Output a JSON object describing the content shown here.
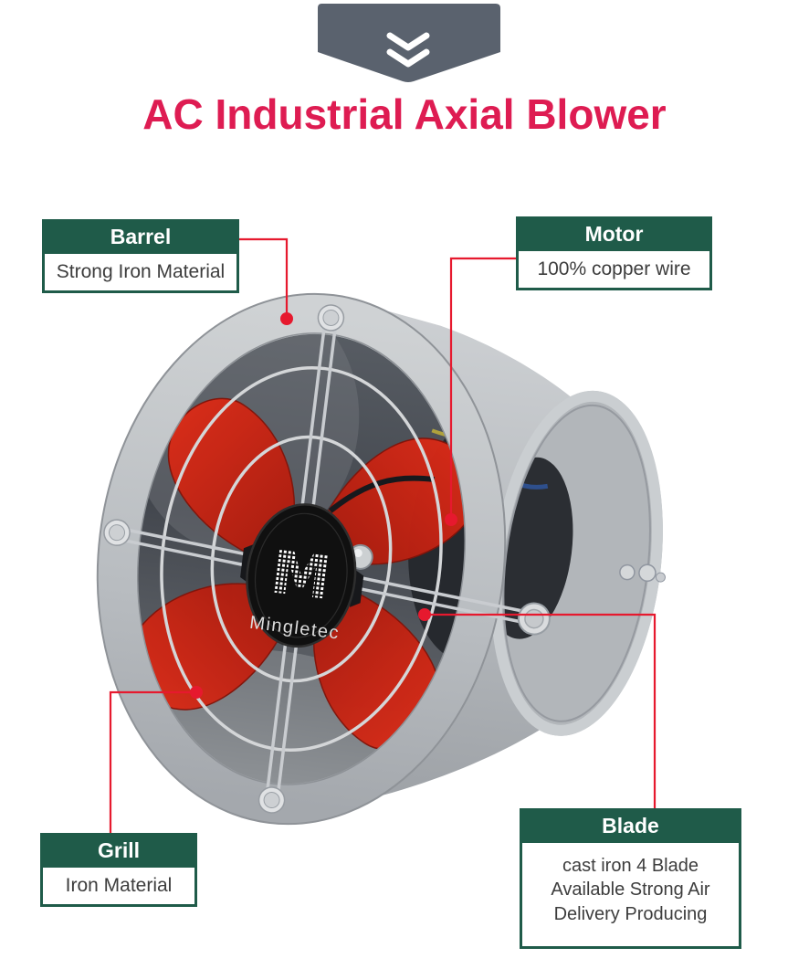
{
  "banner": {
    "icon": "double-chevron-down-icon"
  },
  "title": "AC Industrial Axial Blower",
  "callouts": [
    {
      "id": "barrel",
      "title": "Barrel",
      "body": "Strong Iron Material"
    },
    {
      "id": "motor",
      "title": "Motor",
      "body": "100% copper wire"
    },
    {
      "id": "grill",
      "title": "Grill",
      "body": "Iron Material"
    },
    {
      "id": "blade",
      "title": "Blade",
      "body": "cast iron 4 Blade\nAvailable Strong Air\nDelivery Producing"
    }
  ],
  "product": {
    "brand": "Mingletec",
    "logo_letter": "M"
  },
  "colors": {
    "callout_green": "#1F5B49",
    "connector_red": "#E6192E",
    "title_pink": "#DE1C52",
    "banner_slate": "#5A626E",
    "blade_red": "#C9241A",
    "barrel_gray": "#B7BBBF"
  }
}
